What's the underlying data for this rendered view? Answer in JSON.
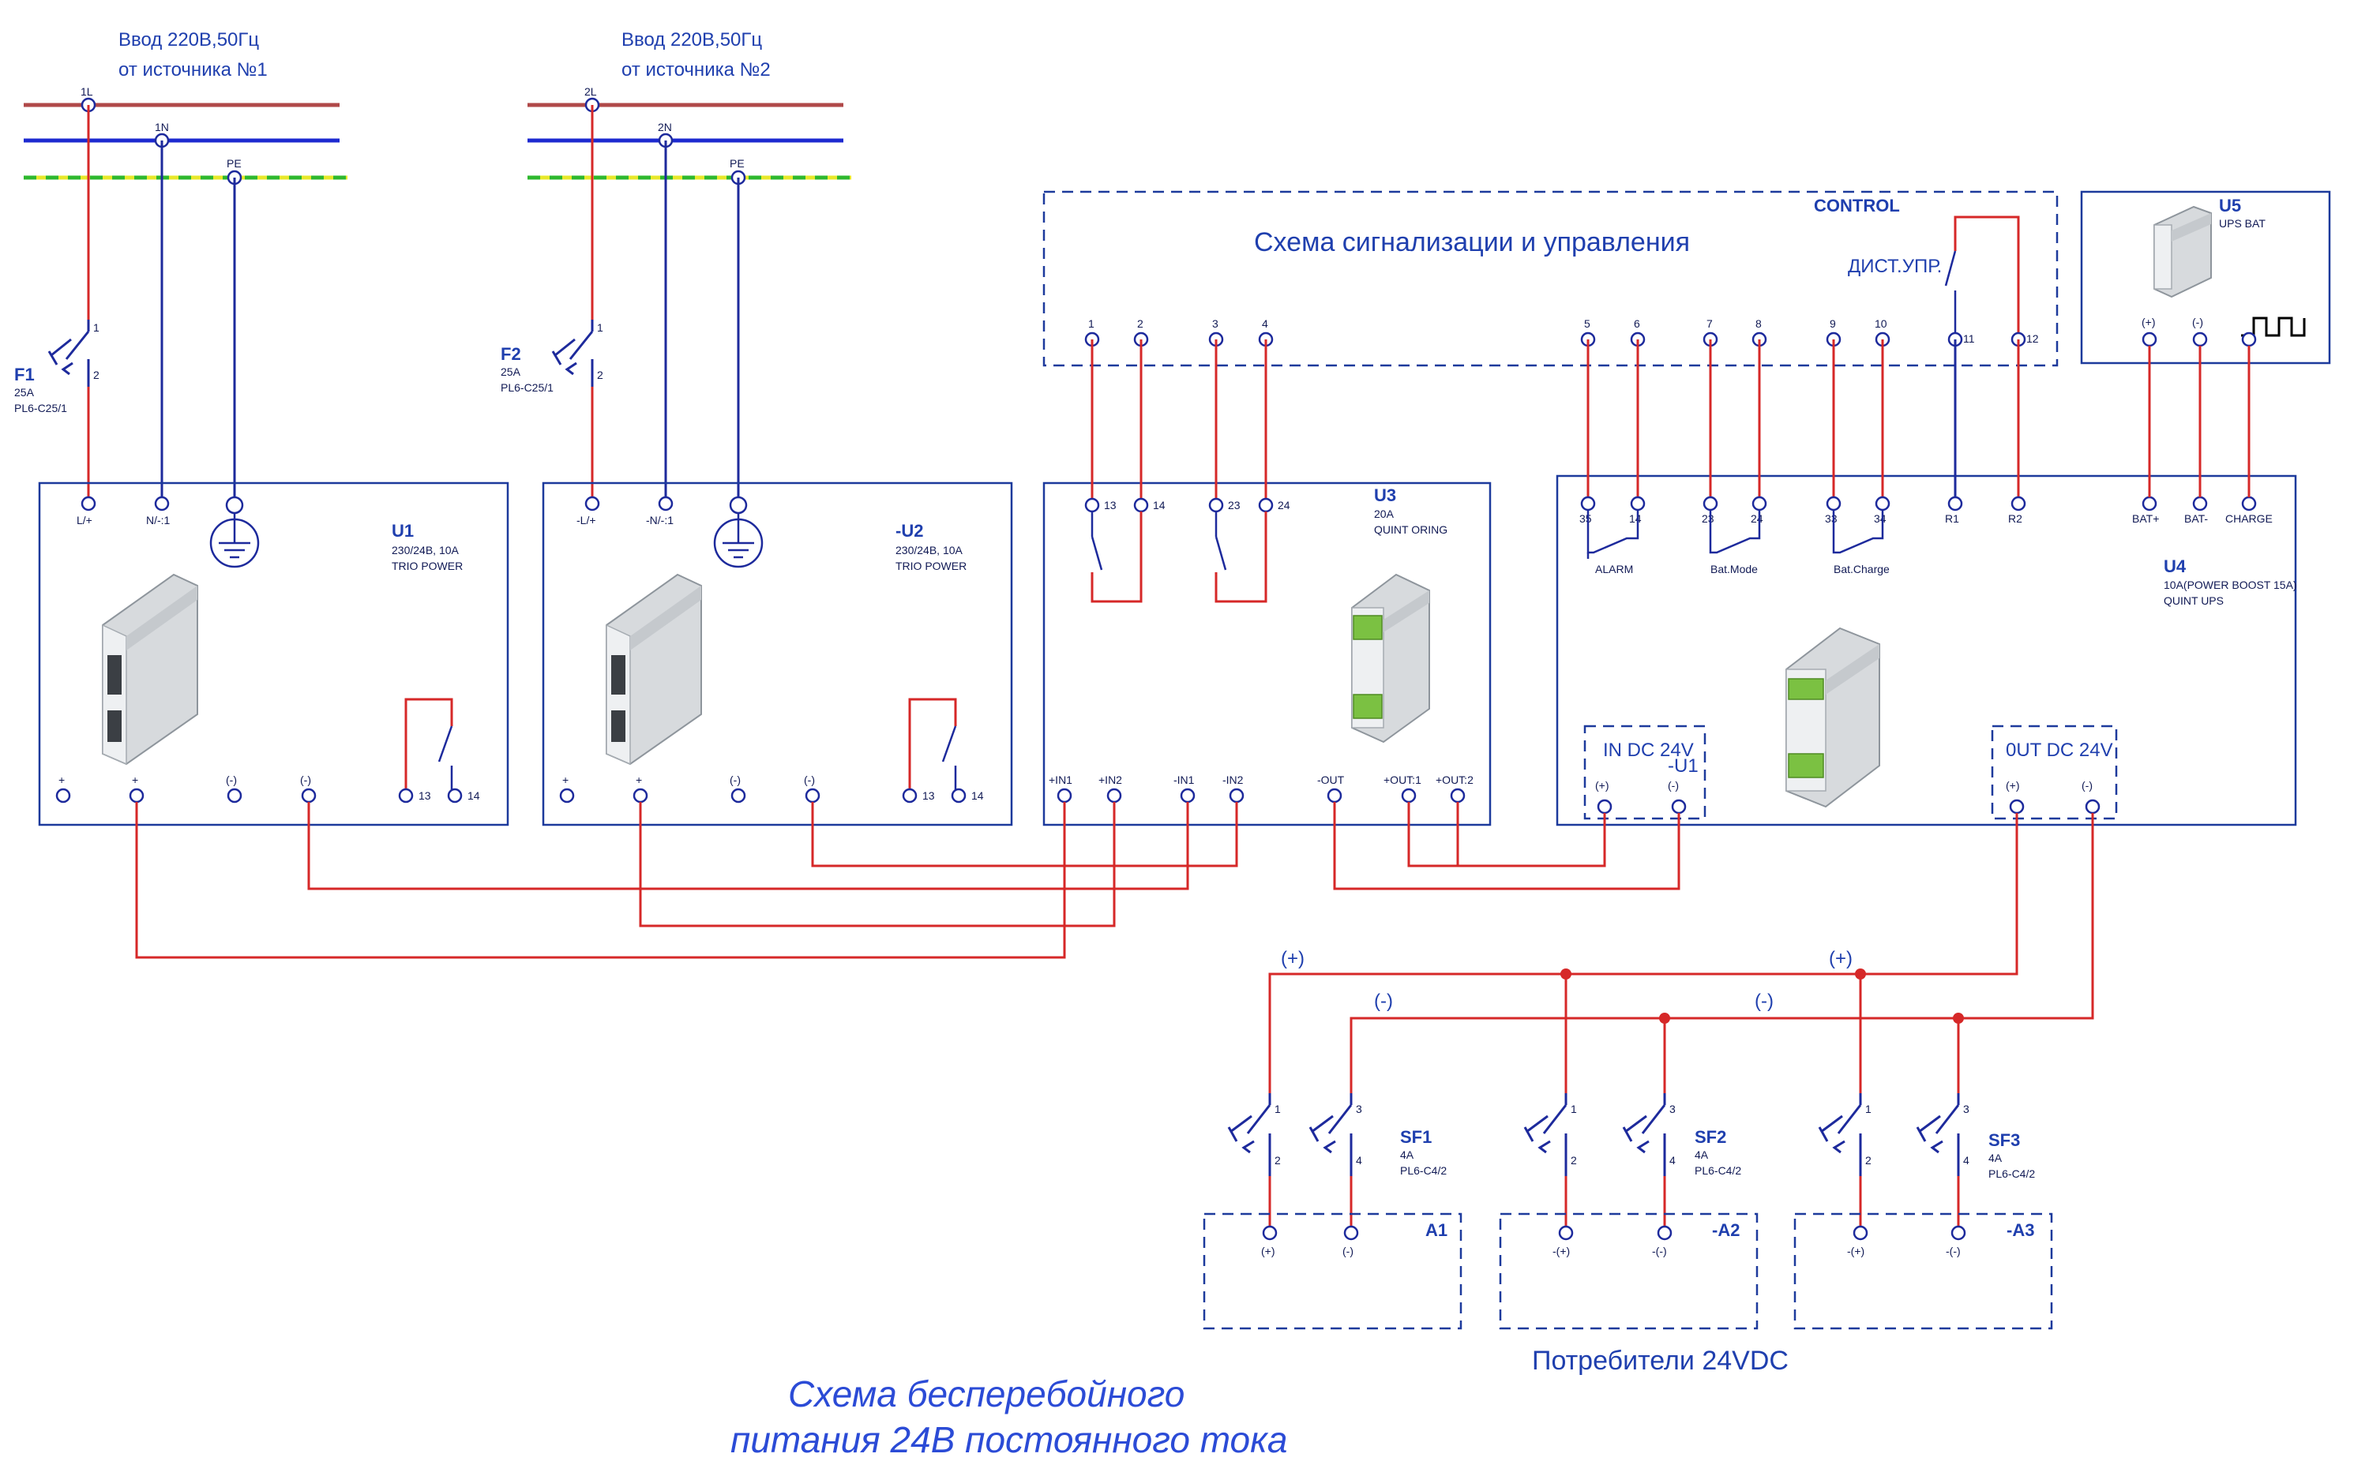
{
  "title_lines": [
    "Схема бесперебойного",
    "питания 24В постоянного тока"
  ],
  "consumers_label": "Потребители 24VDC",
  "inputs": [
    {
      "line1": "Ввод 220В,50Гц",
      "line2": "от  источника №1",
      "l": "1L",
      "n": "1N",
      "pe": "PE"
    },
    {
      "line1": "Ввод 220В,50Гц",
      "line2": "от  источника №2",
      "l": "2L",
      "n": "2N",
      "pe": "PE"
    }
  ],
  "breakers_in": [
    {
      "name": "F1",
      "rating": "25A",
      "model": "PL6-C25/1",
      "pin_top": "1",
      "pin_bottom": "2"
    },
    {
      "name": "F2",
      "rating": "25A",
      "model": "PL6-C25/1",
      "pin_top": "1",
      "pin_bottom": "2"
    }
  ],
  "psus": [
    {
      "name": "U1",
      "spec": "230/24В, 10А",
      "model": "TRIO POWER",
      "top_terms": [
        "L/+",
        "N/-:1"
      ],
      "bottom_terms": [
        "+",
        "+",
        "(-)",
        "(-)",
        "13",
        "14"
      ]
    },
    {
      "name": "-U2",
      "spec": "230/24В, 10А",
      "model": "TRIO POWER",
      "top_terms": [
        "-L/+",
        "-N/-:1"
      ],
      "bottom_terms": [
        "+",
        "+",
        "(-)",
        "(-)",
        "13",
        "14"
      ]
    }
  ],
  "oring": {
    "name": "U3",
    "rating": "20A",
    "model": "QUINT ORING",
    "contacts": [
      "13",
      "14",
      "23",
      "24"
    ],
    "bottom_terms": [
      "+IN1",
      "+IN2",
      "-IN1",
      "-IN2",
      "-OUT",
      "+OUT:1",
      "+OUT:2"
    ]
  },
  "control": {
    "label": "CONTROL",
    "title": "Схема сигнализации и управления",
    "remote": "ДИСТ.УПР.",
    "terminals": [
      "1",
      "2",
      "3",
      "4",
      "5",
      "6",
      "7",
      "8",
      "9",
      "10",
      "11",
      "12"
    ]
  },
  "ups": {
    "name": "U4",
    "rating": "10A(POWER BOOST 15A)",
    "model": "QUINT UPS",
    "top_terms": [
      "35",
      "14",
      "23",
      "24",
      "33",
      "34",
      "R1",
      "R2",
      "BAT+",
      "BAT-",
      "CHARGE"
    ],
    "relays": [
      "ALARM",
      "Bat.Mode",
      "Bat.Charge"
    ],
    "in_block": {
      "label": "IN DC 24V",
      "sub": "-U1",
      "terms": [
        "(+)",
        "(-)"
      ]
    },
    "out_block": {
      "label": "0UT DC 24V",
      "terms": [
        "(+)",
        "(-)"
      ]
    }
  },
  "battery": {
    "name": "U5",
    "model": "UPS BAT",
    "terms": [
      "(+)",
      "(-)"
    ]
  },
  "bus_labels": {
    "plus": "(+)",
    "minus": "(-)"
  },
  "breakers_out": [
    {
      "name": "SF1",
      "rating": "4A",
      "model": "PL6-C4/2",
      "pins": [
        "1",
        "2",
        "3",
        "4"
      ]
    },
    {
      "name": "SF2",
      "rating": "4A",
      "model": "PL6-C4/2",
      "pins": [
        "1",
        "2",
        "3",
        "4"
      ]
    },
    {
      "name": "SF3",
      "rating": "4A",
      "model": "PL6-C4/2",
      "pins": [
        "1",
        "2",
        "3",
        "4"
      ]
    }
  ],
  "consumers": [
    {
      "name": "A1",
      "terms": [
        "(+)",
        "(-)"
      ]
    },
    {
      "name": "-A2",
      "terms": [
        "-(+)",
        "-(-)"
      ]
    },
    {
      "name": "-A3",
      "terms": [
        "-(+)",
        "-(-)"
      ]
    }
  ],
  "colors": {
    "wire_live": "#d62828",
    "wire_neutral": "#1d2a9c",
    "pe_green": "#2eb82e",
    "pe_yellow": "#e8e82a",
    "text": "#1f3fae"
  }
}
